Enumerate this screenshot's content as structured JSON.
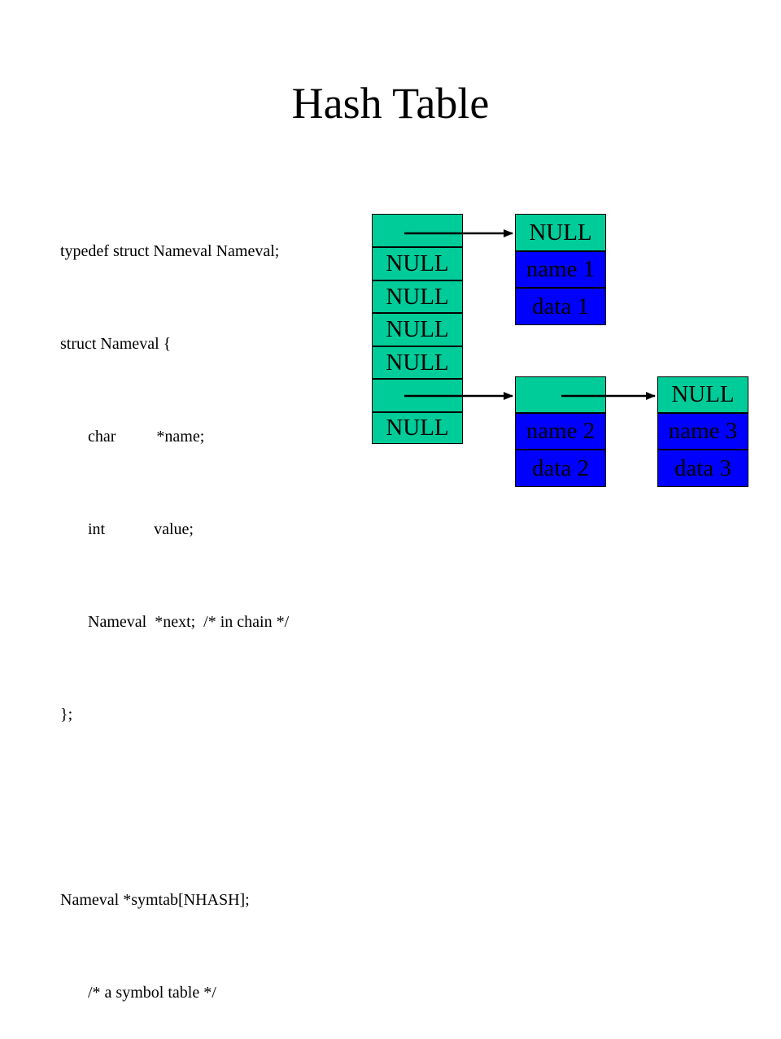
{
  "slide": {
    "title": "Hash Table"
  },
  "code": {
    "line1": "typedef struct Nameval Nameval;",
    "line2": "struct Nameval {",
    "line3": "char          *name;",
    "line4": "int            value;",
    "line5": "Nameval  *next;  /* in chain */",
    "line6": "};",
    "line7": "Nameval *symtab[NHASH];",
    "line8": "/* a symbol table */"
  },
  "diagram": {
    "table": [
      "",
      "NULL",
      "NULL",
      "NULL",
      "NULL",
      "",
      "NULL"
    ],
    "node1": {
      "next": "NULL",
      "name": "name 1",
      "data": "data 1"
    },
    "node2": {
      "next": "",
      "name": "name 2",
      "data": "data 2"
    },
    "node3": {
      "next": "NULL",
      "name": "name 3",
      "data": "data 3"
    }
  },
  "colors": {
    "pointer_cell": "#00cc99",
    "field_cell": "#0000ff"
  }
}
